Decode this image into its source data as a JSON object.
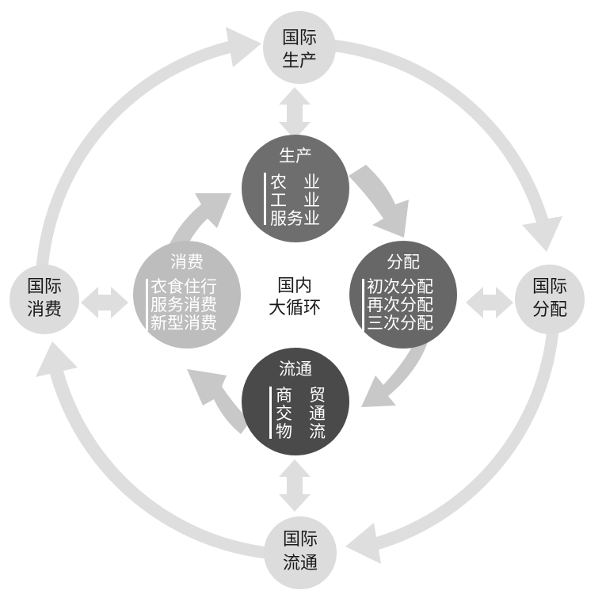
{
  "colors": {
    "outer_node": "#dcdcdc",
    "arc_light": "#dedede",
    "arc_inner": "#c8c8c8",
    "node_production": "#6e6e6e",
    "node_distribution": "#676767",
    "node_circulation": "#4a4a4a",
    "node_consumption": "#bdbdbd"
  },
  "outer_nodes": {
    "production": [
      "国际",
      "生产"
    ],
    "distribution": [
      "国际",
      "分配"
    ],
    "circulation": [
      "国际",
      "流通"
    ],
    "consumption": [
      "国际",
      "消费"
    ]
  },
  "inner_nodes": {
    "production": {
      "title": "生产",
      "items": [
        "农　业",
        "工　业",
        "服务业"
      ]
    },
    "distribution": {
      "title": "分配",
      "items": [
        "初次分配",
        "再次分配",
        "三次分配"
      ]
    },
    "circulation": {
      "title": "流通",
      "items": [
        "商　贸",
        "交　通",
        "物　流"
      ]
    },
    "consumption": {
      "title": "消费",
      "items": [
        "衣食住行",
        "服务消费",
        "新型消费"
      ]
    }
  },
  "center": [
    "国内",
    "大循环"
  ]
}
